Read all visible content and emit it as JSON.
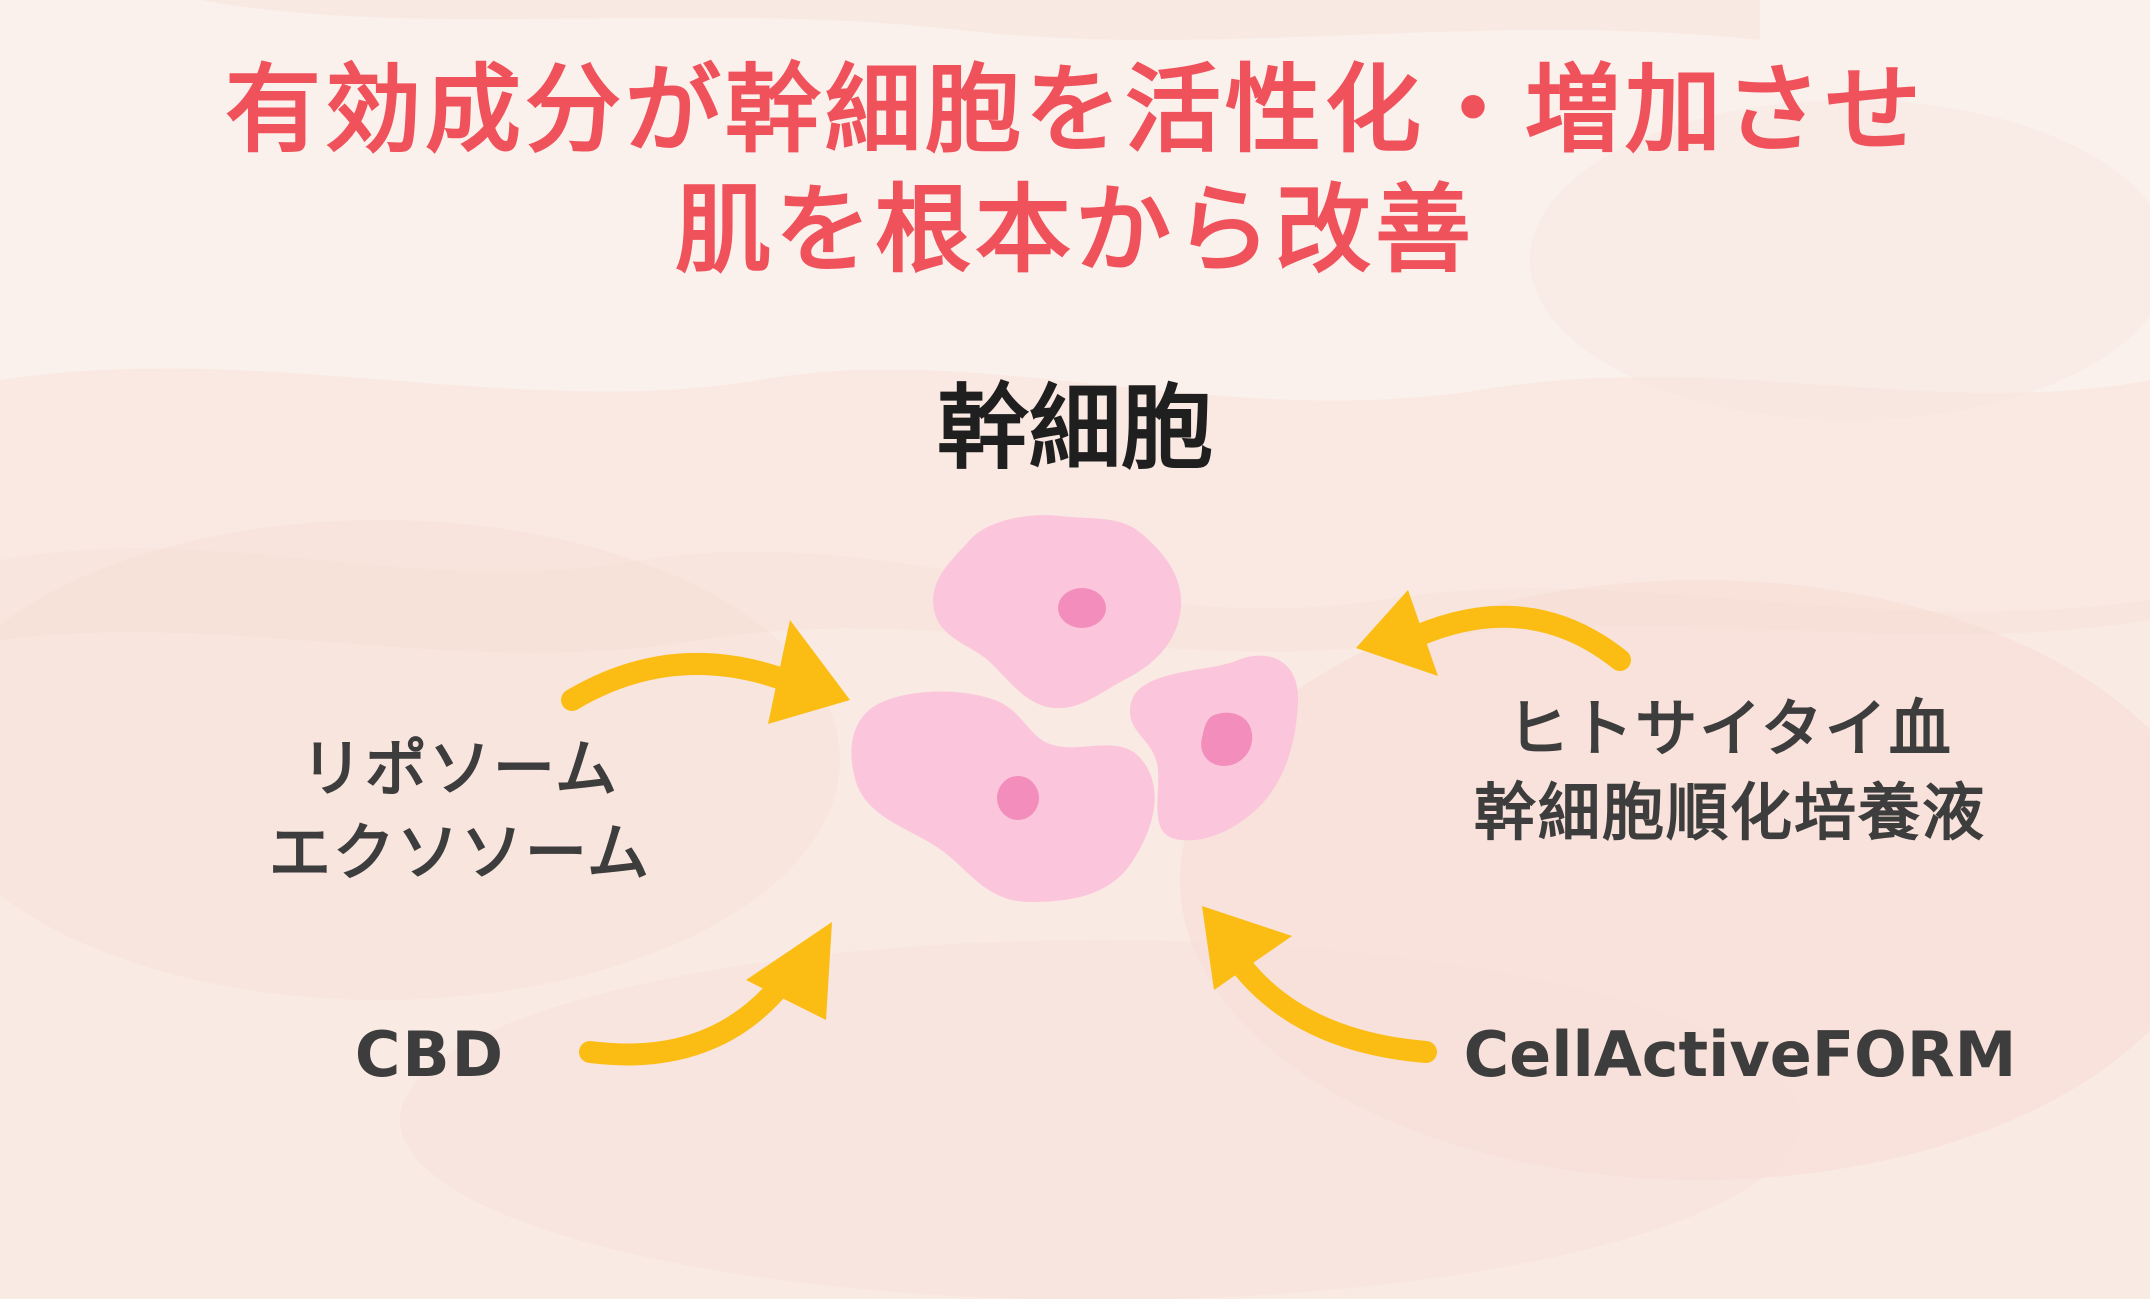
{
  "headline": {
    "line1": "有効成分が幹細胞を活性化・増加させ",
    "line2": "肌を根本から改善"
  },
  "center": {
    "title": "幹細胞"
  },
  "ingredients": {
    "top_left": {
      "line1": "リポソーム",
      "line2": "エクソソーム"
    },
    "bottom_left": {
      "line1": "CBD"
    },
    "top_right": {
      "line1": "ヒトサイタイ血",
      "line2": "幹細胞順化培養液"
    },
    "bottom_right": {
      "line1": "CellActiveFORM"
    }
  },
  "colors": {
    "headline": "#f0525c",
    "arrow": "#fbbd13",
    "cell_body": "#fbc6dc",
    "cell_nucleus": "#f38ebc",
    "label_text": "#3d3d3d",
    "background": "#fbf1ec"
  },
  "icons": {
    "arrows": "curved-arrow-icon",
    "cells": "stem-cell-icon"
  }
}
